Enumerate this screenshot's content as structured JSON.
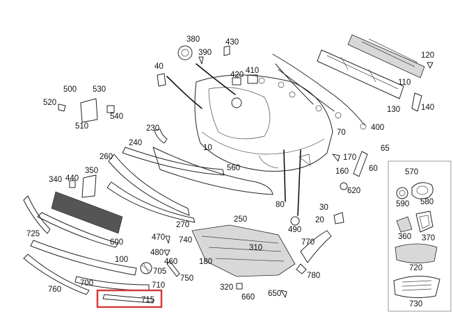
{
  "labels": {
    "p10": "10",
    "p20": "20",
    "p30": "30",
    "p40": "40",
    "p60": "60",
    "p65": "65",
    "p70": "70",
    "p80": "80",
    "p100": "100",
    "p110": "110",
    "p120": "120",
    "p130": "130",
    "p140": "140",
    "p160": "160",
    "p170": "170",
    "p180": "180",
    "p230": "230",
    "p240": "240",
    "p250": "250",
    "p260": "260",
    "p270": "270",
    "p310": "310",
    "p320": "320",
    "p340": "340",
    "p350": "350",
    "p360": "360",
    "p370": "370",
    "p380": "380",
    "p390": "390",
    "p400": "400",
    "p410": "410",
    "p420": "420",
    "p430": "430",
    "p440": "440",
    "p460": "460",
    "p470": "470",
    "p480": "480",
    "p490": "490",
    "p500": "500",
    "p510": "510",
    "p520": "520",
    "p530": "530",
    "p540": "540",
    "p560": "560",
    "p570": "570",
    "p580": "580",
    "p590": "590",
    "p600": "600",
    "p620": "620",
    "p650": "650",
    "p660": "660",
    "p700": "700",
    "p705": "705",
    "p710": "710",
    "p715": "715",
    "p720": "720",
    "p725": "725",
    "p730": "730",
    "p740": "740",
    "p750": "750",
    "p760": "760",
    "p770": "770",
    "p780": "780"
  },
  "colors": {
    "line": "#222222",
    "highlight": "#d43a3a",
    "panel_border": "#999999"
  }
}
